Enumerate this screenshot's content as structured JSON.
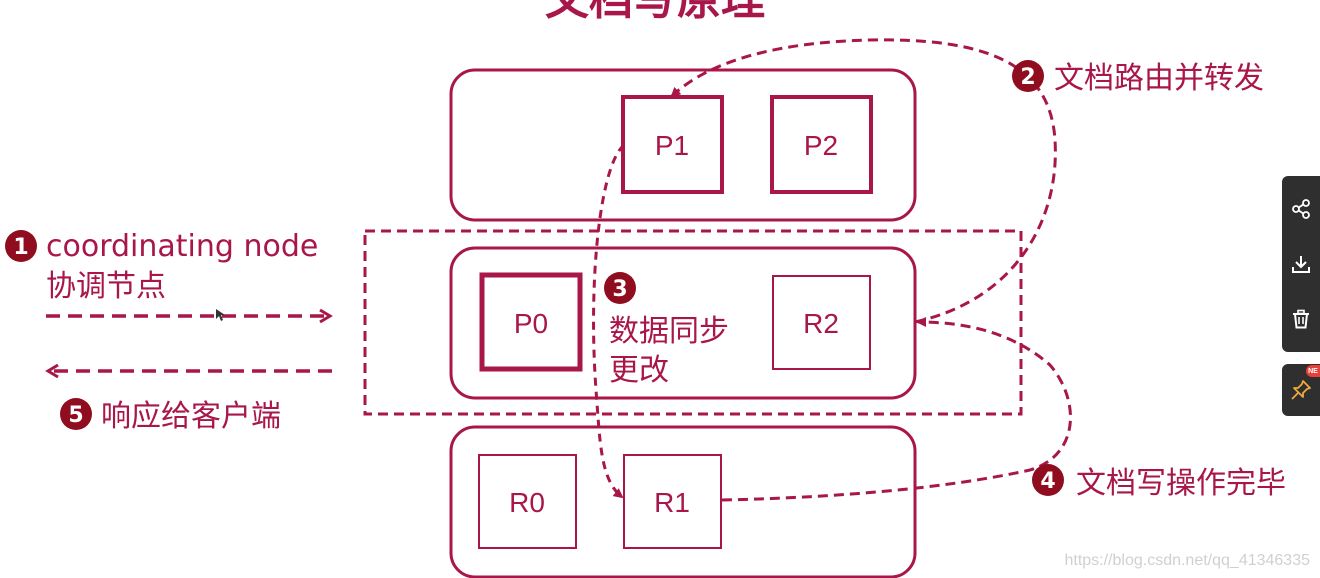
{
  "title": "文档写原理",
  "shards": {
    "p1": "P1",
    "p2": "P2",
    "p0": "P0",
    "r2": "R2",
    "r0": "R0",
    "r1": "R1"
  },
  "steps": {
    "s1": {
      "num": "1",
      "line1": "coordinating node",
      "line2": "协调节点"
    },
    "s2": {
      "num": "2",
      "text": "文档路由并转发"
    },
    "s3": {
      "num": "3",
      "line1": "数据同步",
      "line2": "更改"
    },
    "s4": {
      "num": "4",
      "text": "文档写操作完毕"
    },
    "s5": {
      "num": "5",
      "text": "响应给客户端"
    }
  },
  "watermark": "https://blog.csdn.net/qq_41346335",
  "toolbar": {
    "buttons": [
      "share-icon",
      "download-icon",
      "delete-icon"
    ],
    "pin_icon": "pin-icon",
    "badge": "NE"
  },
  "colors": {
    "accent": "#a8164a",
    "toolbar_bg": "#2f2f2f"
  }
}
